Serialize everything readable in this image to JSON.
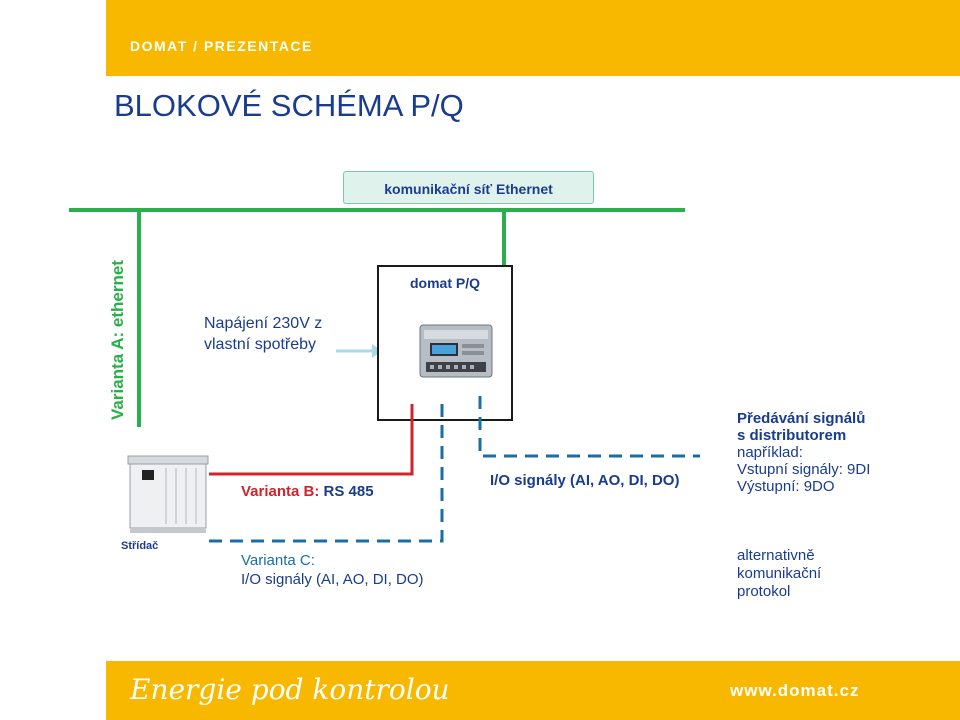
{
  "header": {
    "brand": "DOMAT / PREZENTACE"
  },
  "footer": {
    "slogan": "Energie pod kontrolou",
    "website": "www.domat.cz"
  },
  "slide": {
    "title": "BLOKOVÉ SCHÉMA P/Q",
    "network_label": "komunikační síť Ethernet",
    "variant_a": "Varianta A: ethernet",
    "power_line1": "Napájení 230V z",
    "power_line2": "vlastní spotřeby",
    "device_title": "domat P/Q",
    "variant_b_label": "Varianta B:",
    "variant_b_value": "RS 485",
    "variant_c_label": "Varianta C:",
    "variant_c_value": "I/O signály (AI, AO, DI, DO)",
    "io_right": "I/O signály (AI, AO, DI, DO)",
    "distributor_line1": "Předávání signálů",
    "distributor_line2": "s distributorem",
    "distributor_line3": "například:",
    "distributor_line4": "Vstupní signály: 9DI",
    "distributor_line5": "Výstupní: 9DO",
    "alt_line1": "alternativně",
    "alt_line2": "komunikační",
    "alt_line3": "protokol",
    "inverter_label": "Střídač"
  },
  "colors": {
    "brand_yellow": "#f9b800",
    "ethernet_green": "#2ab04a",
    "rs485_red": "#d2232a",
    "io_blue": "#1a6ea6",
    "text_navy": "#1a3c8e"
  }
}
